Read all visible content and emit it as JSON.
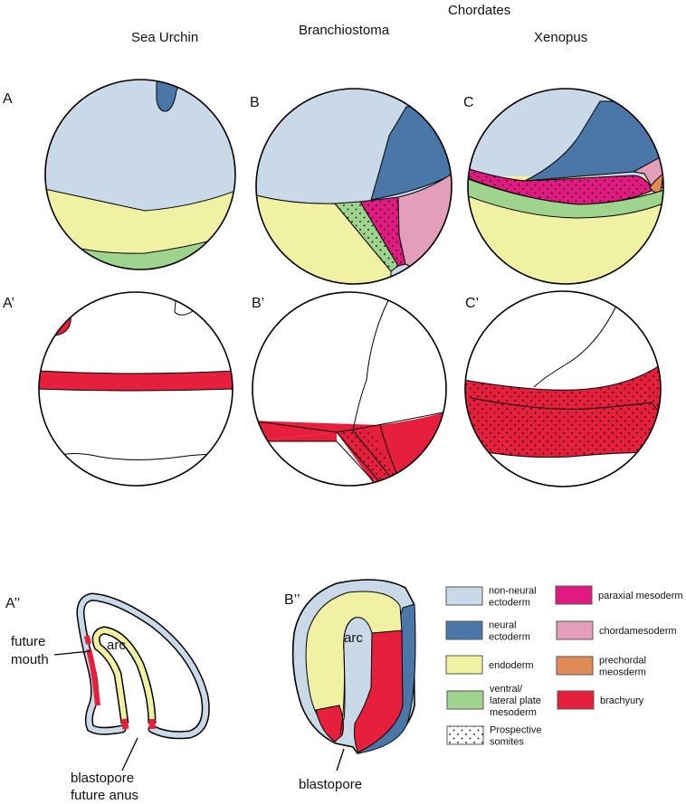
{
  "header": {
    "group": "Chordates",
    "columns": [
      "Sea Urchin",
      "Branchiostoma",
      "Xenopus"
    ]
  },
  "panels": {
    "A": "A",
    "B": "B",
    "C": "C",
    "A1": "A’",
    "B1": "B’",
    "C1": "C’",
    "A2": "A’’",
    "B2": "B’’"
  },
  "annotations": {
    "arc_a": "arc",
    "arc_b": "arc",
    "future_mouth": [
      "future",
      "mouth"
    ],
    "blastopore_a": [
      "blastopore",
      "future anus"
    ],
    "blastopore_b": "blastopore"
  },
  "colors": {
    "non_neural_ectoderm": "#c9d9e8",
    "neural_ectoderm": "#4a77a8",
    "endoderm": "#f1f1a3",
    "ventral_lateral_plate_mesoderm": "#9fd48f",
    "paraxial_mesoderm": "#e01a80",
    "chordamesoderm": "#e39fba",
    "prechordal_mesoderm": "#e08a56",
    "brachyury": "#e51f3c"
  },
  "legend": [
    {
      "lines": [
        "non-neural",
        "ectoderm"
      ],
      "color": "#c9d9e8"
    },
    {
      "lines": [
        "neural",
        "ectoderm"
      ],
      "color": "#4a77a8"
    },
    {
      "lines": [
        "endoderm"
      ],
      "color": "#f1f1a3"
    },
    {
      "lines": [
        "ventral/",
        "lateral plate",
        "mesoderm"
      ],
      "color": "#9fd48f"
    },
    {
      "lines": [
        "Prospective",
        "somites"
      ],
      "color": "dots"
    },
    {
      "lines": [
        "paraxial mesoderm"
      ],
      "color": "#e01a80"
    },
    {
      "lines": [
        "chordamesoderm"
      ],
      "color": "#e39fba"
    },
    {
      "lines": [
        "prechordal",
        "meosderm"
      ],
      "color": "#e08a56"
    },
    {
      "lines": [
        "brachyury"
      ],
      "color": "#e51f3c"
    }
  ]
}
